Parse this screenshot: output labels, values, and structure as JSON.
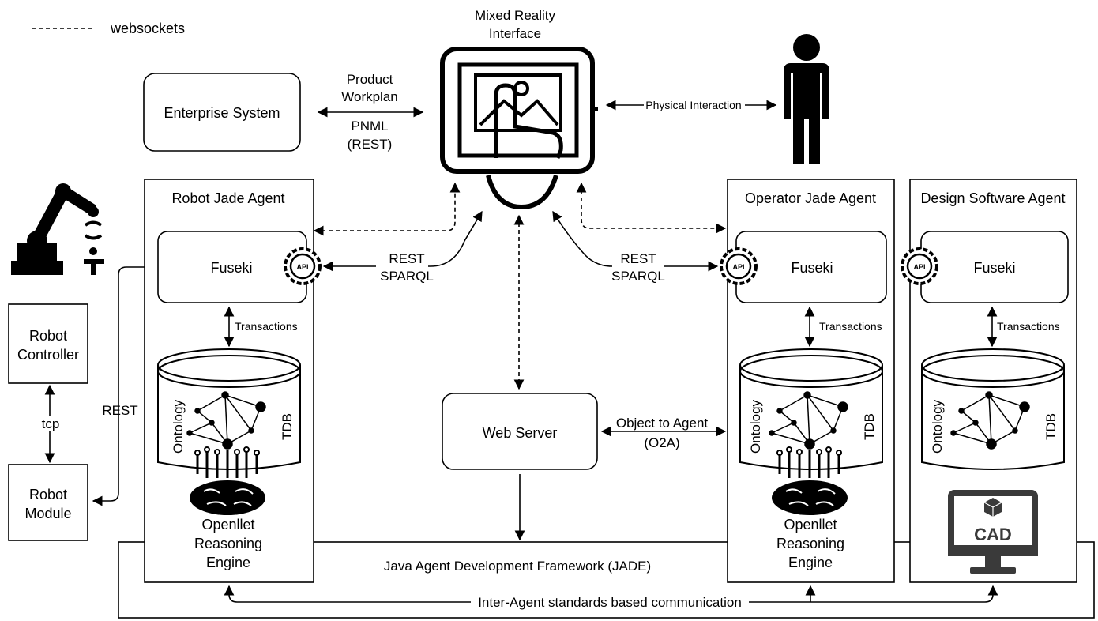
{
  "legend": {
    "websockets": "websockets"
  },
  "mr": {
    "line1": "Mixed Reality",
    "line2": "Interface"
  },
  "enterprise": {
    "label": "Enterprise System",
    "edge_top1": "Product",
    "edge_top2": "Workplan",
    "edge_bot1": "PNML",
    "edge_bot2": "(REST)"
  },
  "physical": "Physical Interaction",
  "robot_agent": {
    "title": "Robot Jade Agent",
    "fuseki": "Fuseki",
    "api": "API",
    "transactions": "Transactions",
    "ontology": "Ontology",
    "tdb": "TDB",
    "reasoner1": "Openllet",
    "reasoner2": "Reasoning",
    "reasoner3": "Engine"
  },
  "operator_agent": {
    "title": "Operator Jade Agent",
    "fuseki": "Fuseki",
    "api": "API",
    "transactions": "Transactions",
    "ontology": "Ontology",
    "tdb": "TDB",
    "reasoner1": "Openllet",
    "reasoner2": "Reasoning",
    "reasoner3": "Engine"
  },
  "design_agent": {
    "title": "Design Software Agent",
    "fuseki": "Fuseki",
    "api": "API",
    "transactions": "Transactions",
    "ontology": "Ontology",
    "tdb": "TDB",
    "cad": "CAD"
  },
  "rest_sparql_left": {
    "l1": "REST",
    "l2": "SPARQL"
  },
  "rest_sparql_right": {
    "l1": "REST",
    "l2": "SPARQL"
  },
  "robot_controller": {
    "l1": "Robot",
    "l2": "Controller"
  },
  "robot_module": {
    "l1": "Robot",
    "l2": "Module"
  },
  "tcp": "tcp",
  "rest_side": "REST",
  "web_server": "Web Server",
  "o2a": {
    "l1": "Object to Agent",
    "l2": "(O2A)"
  },
  "jade": "Java Agent Development Framework (JADE)",
  "inter_agent": "Inter-Agent standards based communication"
}
